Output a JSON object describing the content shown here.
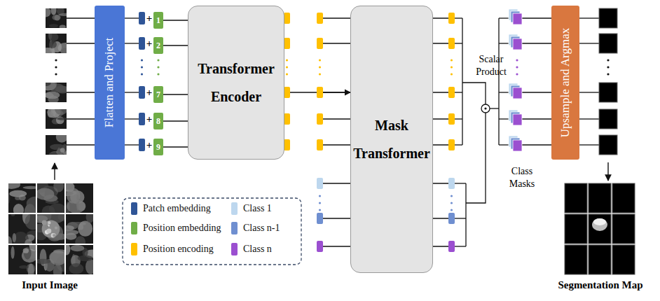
{
  "diagram": {
    "nodes": [
      {
        "text": [
          "Flatten and Project"
        ]
      },
      {
        "text": [
          "1"
        ]
      },
      {
        "text": [
          "2"
        ]
      },
      {
        "text": [
          "7"
        ]
      },
      {
        "text": [
          "8"
        ]
      },
      {
        "text": [
          "9"
        ]
      },
      {
        "text": [
          "Transformer Encoder"
        ]
      },
      {
        "text": [
          "Mask Transformer"
        ]
      },
      {
        "text": [
          "Upsample and Argmax"
        ]
      }
    ],
    "edges": [
      {
        "from": 1,
        "to": 6,
        "arrow": "none"
      },
      {
        "from": 2,
        "to": 6,
        "arrow": "none"
      },
      {
        "from": 3,
        "to": 6,
        "arrow": "none"
      },
      {
        "from": 4,
        "to": 6,
        "arrow": "none"
      },
      {
        "from": 5,
        "to": 6,
        "arrow": "none"
      },
      {
        "from": 6,
        "to": 7,
        "arrow": "to"
      }
    ],
    "labels": [
      "+",
      "+",
      "+",
      "+",
      "+",
      "Scalar Product",
      "Class Masks",
      "Input Image",
      "Segmentation Map"
    ],
    "legend": [
      {
        "text": "Patch embedding",
        "color": "#2F5597"
      },
      {
        "text": "Position embedding",
        "color": "#70AD47"
      },
      {
        "text": "Position encoding",
        "color": "#FFC000"
      },
      {
        "text": "Class 1",
        "color": "#BDD7EE"
      },
      {
        "text": "Class n-1",
        "color": "#6F8FD0"
      },
      {
        "text": "Class n",
        "color": "#9B4FD0"
      }
    ]
  }
}
